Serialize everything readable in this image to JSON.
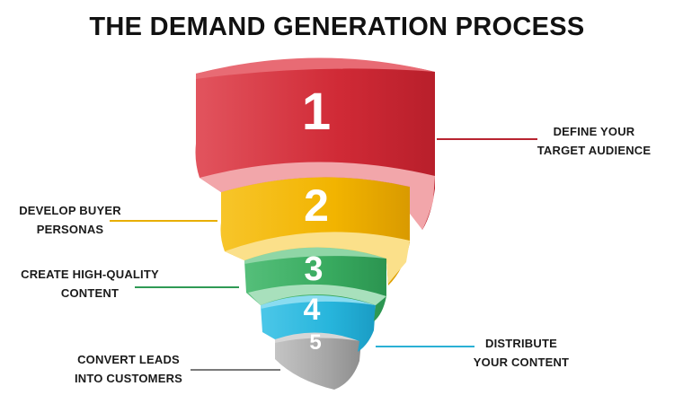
{
  "title": "THE DEMAND GENERATION PROCESS",
  "steps": [
    {
      "number": "1",
      "label_line1": "DEFINE YOUR",
      "label_line2": "TARGET AUDIENCE",
      "color": "#d63340"
    },
    {
      "number": "2",
      "label_line1": "DEVELOP BUYER",
      "label_line2": "PERSONAS",
      "color": "#f2b600"
    },
    {
      "number": "3",
      "label_line1": "CREATE HIGH-QUALITY",
      "label_line2": "CONTENT",
      "color": "#3aae63"
    },
    {
      "number": "4",
      "label_line1": "DISTRIBUTE",
      "label_line2": "YOUR CONTENT",
      "color": "#2bbbe0"
    },
    {
      "number": "5",
      "label_line1": "CONVERT LEADS",
      "label_line2": "INTO CUSTOMERS",
      "color": "#a9a9a9"
    }
  ]
}
